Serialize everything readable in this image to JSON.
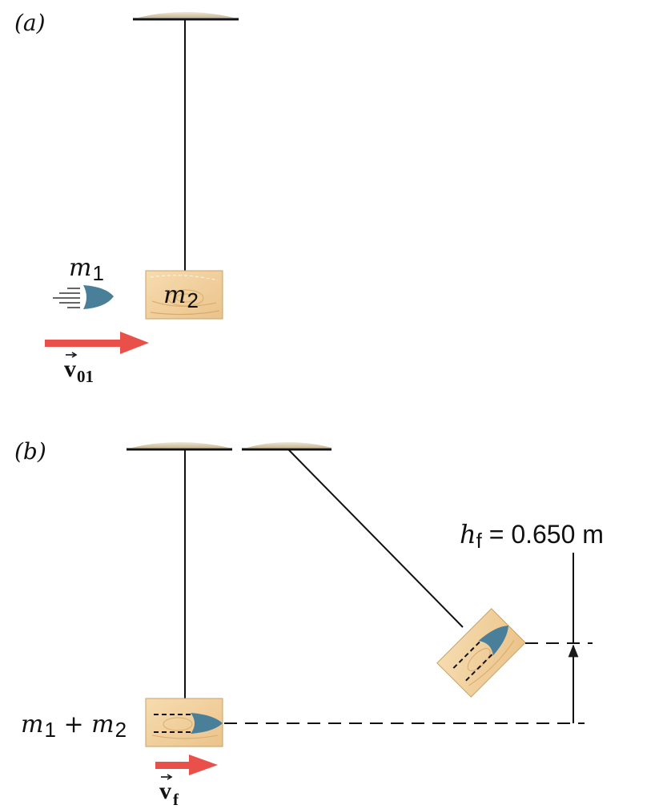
{
  "panel_a": {
    "label": "(a)",
    "bullet_label": "m",
    "bullet_label_sub": "1",
    "block_label": "m",
    "block_label_sub": "2",
    "velocity_label": "v",
    "velocity_label_sub": "01"
  },
  "panel_b": {
    "label": "(b)",
    "combined_label": "m",
    "combined_sub1": "1",
    "combined_plus": " + m",
    "combined_sub2": "2",
    "height_symbol": "h",
    "height_sub": "f",
    "height_value": " = 0.650 m",
    "velocity_label": "v",
    "velocity_label_sub": "f"
  },
  "colors": {
    "arrow": "#e9504a",
    "bullet": "#4a7f99",
    "wood": "#f2d3a3",
    "wood_grain": "#d8ab6e",
    "ceiling": "#d8cbb0",
    "line": "#1a1a1a"
  }
}
